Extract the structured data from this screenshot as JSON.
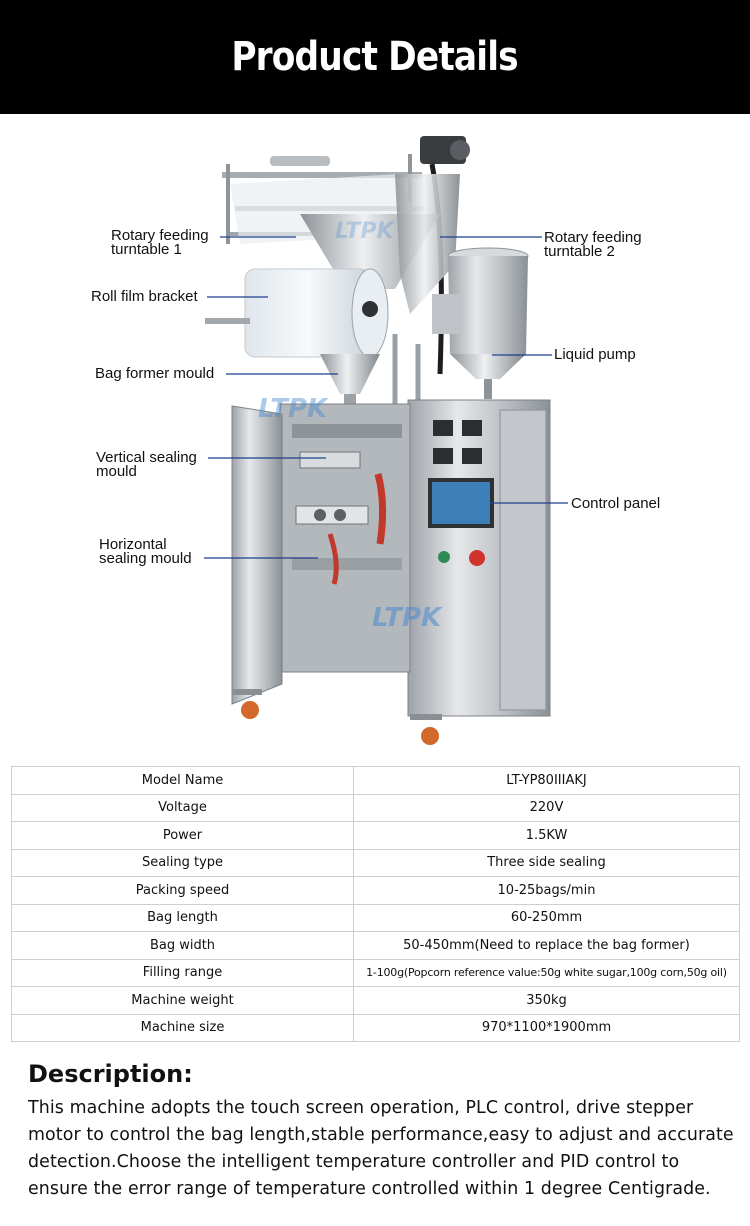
{
  "header": {
    "title": "Product Details"
  },
  "figure": {
    "watermark": "LTPK",
    "callouts": {
      "rotary1": [
        "Rotary feeding",
        "turntable 1"
      ],
      "rotary2": [
        "Rotary feeding",
        "turntable 2"
      ],
      "roll_film": "Roll film bracket",
      "liquid_pump": "Liquid pump",
      "bag_former": "Bag former mould",
      "vertical_sealing": [
        "Vertical sealing",
        "mould"
      ],
      "control_panel": "Control panel",
      "horizontal_sealing": [
        "Horizontal",
        "sealing mould"
      ]
    },
    "colors": {
      "steel": "#c9ccd0",
      "steel_dark": "#8e9398",
      "wheel": "#d2692a",
      "callout_line": "#1f3f8f",
      "screen": "#3d7fb8"
    }
  },
  "specs": [
    {
      "key": "Model Name",
      "value": "LT-YP80IIIAKJ"
    },
    {
      "key": "Voltage",
      "value": "220V"
    },
    {
      "key": "Power",
      "value": "1.5KW"
    },
    {
      "key": "Sealing type",
      "value": "Three side sealing"
    },
    {
      "key": "Packing speed",
      "value": "10-25bags/min"
    },
    {
      "key": "Bag length",
      "value": "60-250mm"
    },
    {
      "key": "Bag width",
      "value": "50-450mm(Need to replace the bag former)"
    },
    {
      "key": "Filling range",
      "value": "1-100g(Popcorn reference value:50g white sugar,100g corn,50g oil)"
    },
    {
      "key": "Machine weight",
      "value": "350kg"
    },
    {
      "key": "Machine size",
      "value": "970*1100*1900mm"
    }
  ],
  "description": {
    "title": "Description:",
    "lines": [
      "This machine adopts the touch screen operation, PLC control, drive stepper",
      "motor to control the bag length,stable performance,easy to adjust and accurate",
      "detection.Choose the intelligent temperature controller and PID control to",
      "ensure the error range of temperature controlled within 1 degree Centigrade."
    ]
  }
}
